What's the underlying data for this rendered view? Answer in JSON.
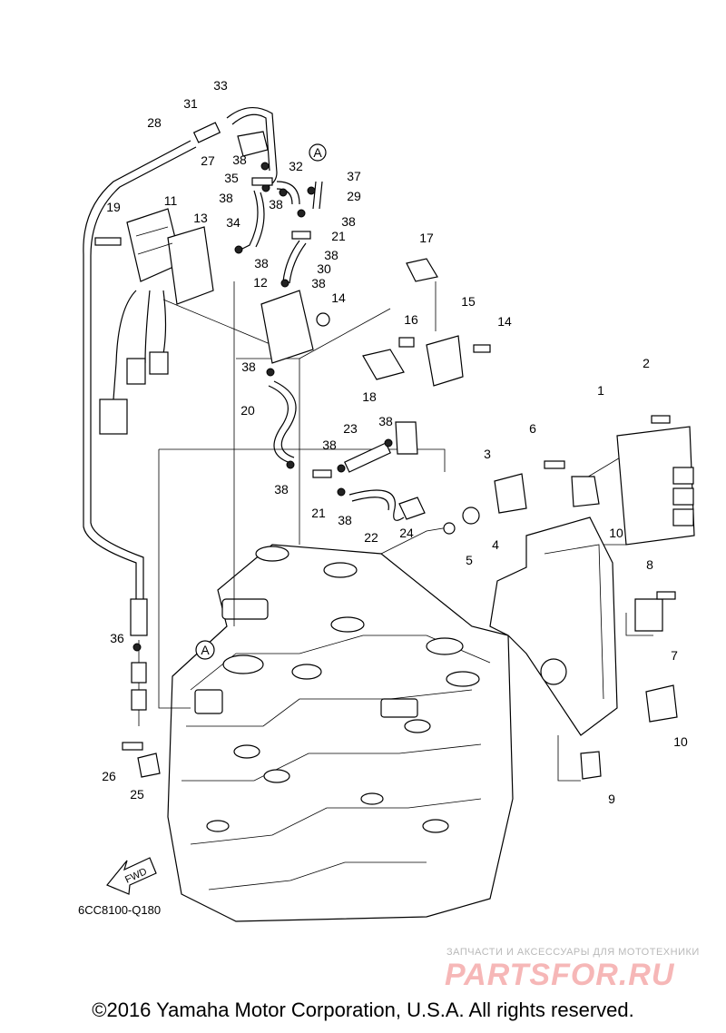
{
  "diagram": {
    "code": "6CC8100-Q180",
    "fwd_label": "FWD",
    "ref_marker": "A",
    "callouts": [
      "1",
      "2",
      "3",
      "4",
      "5",
      "6",
      "7",
      "8",
      "9",
      "10",
      "11",
      "12",
      "13",
      "14",
      "15",
      "16",
      "17",
      "18",
      "19",
      "20",
      "21",
      "22",
      "23",
      "24",
      "25",
      "26",
      "27",
      "28",
      "29",
      "30",
      "31",
      "32",
      "33",
      "34",
      "35",
      "36",
      "37",
      "38"
    ]
  },
  "watermark": {
    "tagline": "ЗАПЧАСТИ И АКСЕССУАРЫ ДЛЯ МОТОТЕХНИКИ",
    "logo": "PARTSFOR.RU"
  },
  "footer": {
    "copyright": "©2016 Yamaha Motor Corporation, U.S.A. All rights reserved."
  }
}
